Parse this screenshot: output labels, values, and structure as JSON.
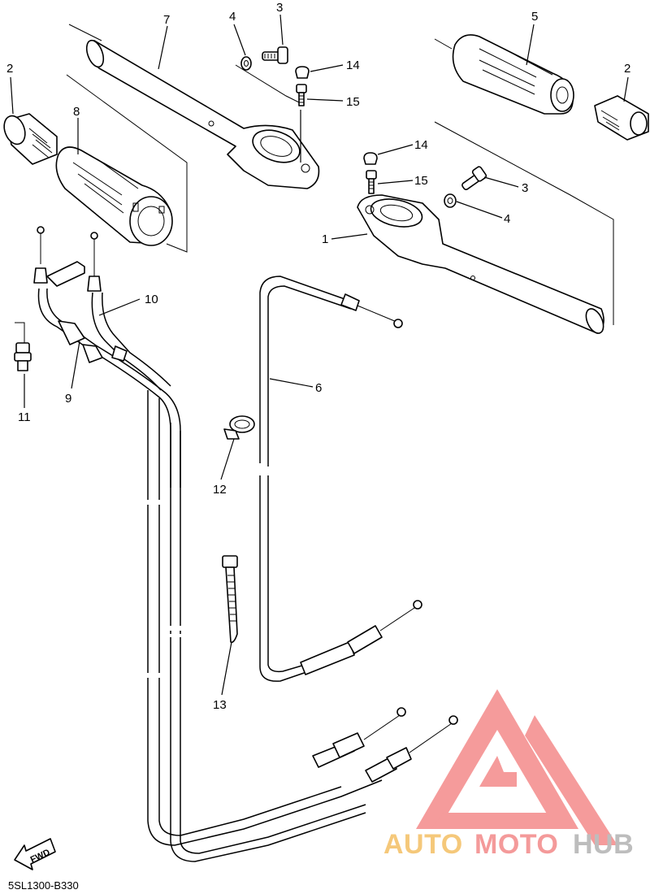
{
  "diagram": {
    "part_labels": {
      "p1": "1",
      "p2a": "2",
      "p2b": "2",
      "p3a": "3",
      "p3b": "3",
      "p4a": "4",
      "p4b": "4",
      "p5": "5",
      "p6": "6",
      "p7": "7",
      "p8": "8",
      "p9": "9",
      "p10": "10",
      "p11": "11",
      "p12": "12",
      "p13": "13",
      "p14a": "14",
      "p14b": "14",
      "p15a": "15",
      "p15b": "15"
    },
    "fwd_label": "FWD",
    "diagram_code": "5SL1300-B330"
  },
  "watermark": {
    "part1": "AUTO",
    "part2": "MOTO",
    "part3": "HUB",
    "colors": {
      "part1": "#f5c87a",
      "part2": "#f49a9a",
      "part3": "#bdbdbd",
      "logo": "#f48a8a"
    }
  }
}
